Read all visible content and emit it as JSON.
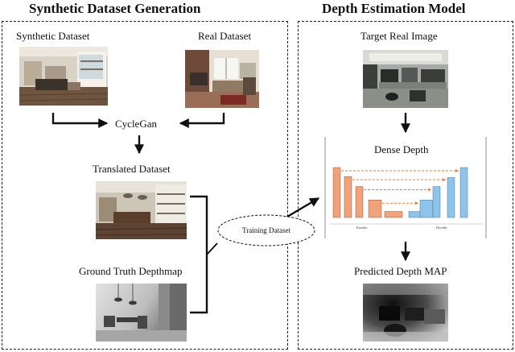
{
  "left_panel": {
    "title": "Synthetic Dataset Generation",
    "synthetic_label": "Synthetic Dataset",
    "real_label": "Real Dataset",
    "cyclegan_label": "CycleGan",
    "translated_label": "Translated Dataset",
    "ground_truth_label": "Ground Truth Depthmap"
  },
  "bridge": {
    "training_label": "Training Dataset"
  },
  "right_panel": {
    "title": "Depth Estimation Model",
    "target_label": "Target Real Image",
    "model_title": "Dense Depth",
    "encoder_label": "Encoder",
    "decoder_label": "Decoder",
    "predicted_label": "Predicted Depth MAP"
  },
  "colors": {
    "encoder_bar": "#f0a27a",
    "decoder_bar": "#8fc3e8",
    "skip_arrow": "#f07a3a",
    "line": "#111111"
  },
  "chart_data": {
    "type": "bar",
    "encoder_heights": [
      1.0,
      0.82,
      0.62,
      0.35,
      0.12
    ],
    "decoder_heights": [
      0.12,
      0.35,
      0.62,
      0.8,
      1.0
    ]
  }
}
